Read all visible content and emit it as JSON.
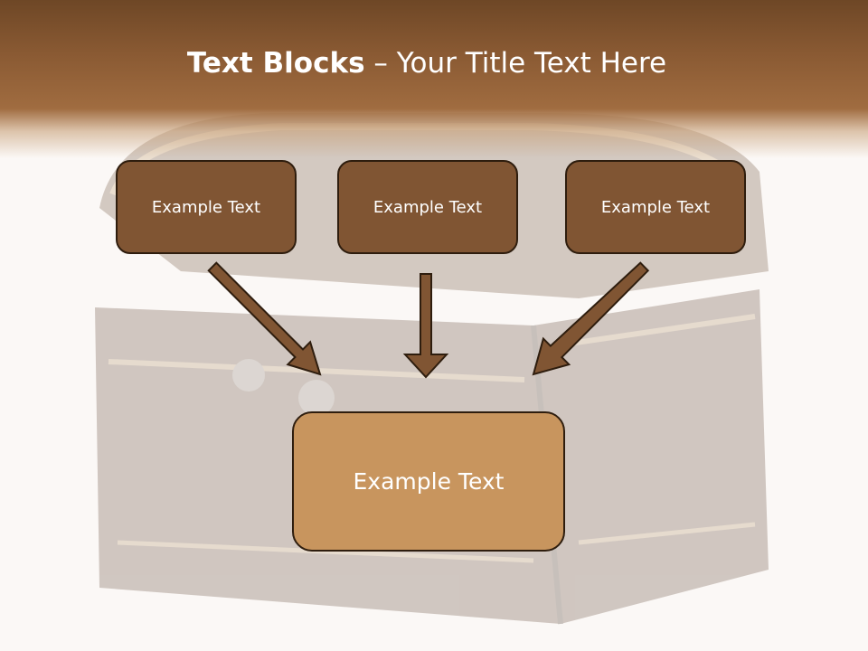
{
  "title": {
    "bold": "Text Blocks",
    "rest": " – Your Title Text Here"
  },
  "boxes": {
    "left": "Example Text",
    "center": "Example Text",
    "right": "Example Text",
    "bottom": "Example Text"
  },
  "colors": {
    "header": "#8a5a33",
    "small_box": "#805533",
    "big_box": "#c8955e",
    "border": "#2e1d0e",
    "arrow": "#805533",
    "background": "#fbf8f5"
  }
}
